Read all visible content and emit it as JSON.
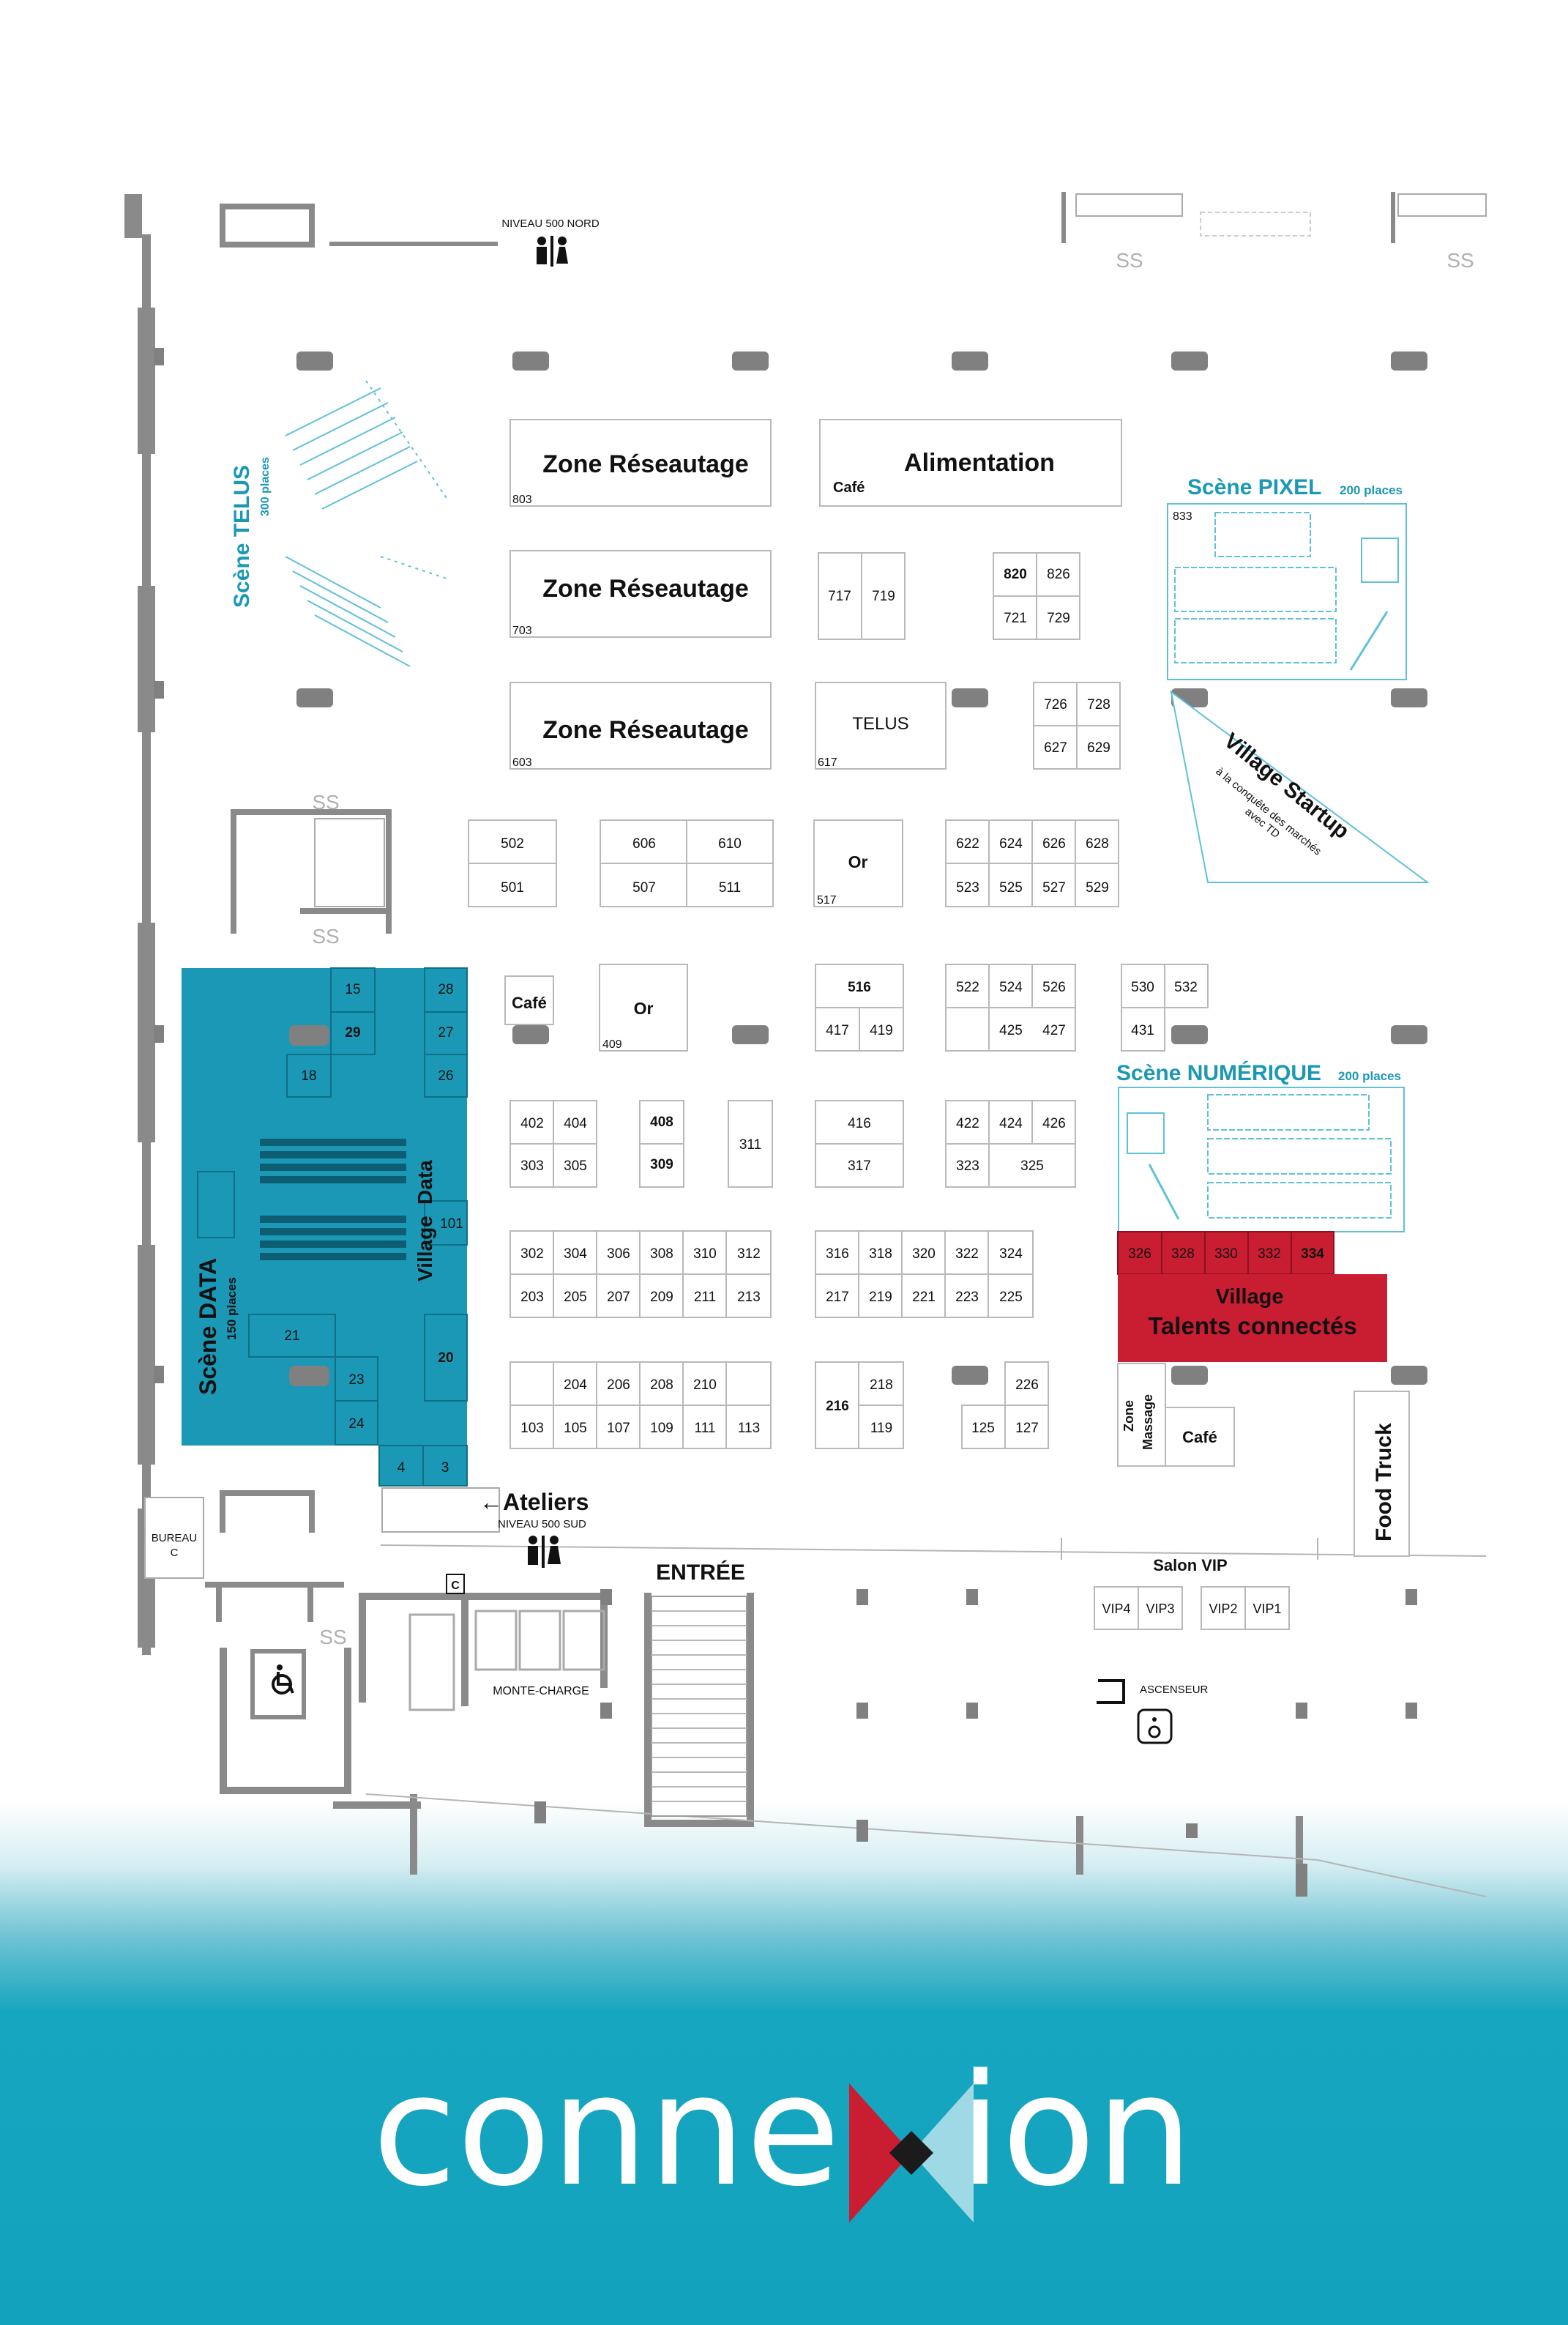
{
  "labels": {
    "niveau_nord": "NIVEAU 500 NORD",
    "niveau_sud": "NIVEAU 500 SUD",
    "ss": "SS",
    "zone_reseautage": "Zone Réseautage",
    "alimentation": "Alimentation",
    "cafe": "Café",
    "telus": "TELUS",
    "or": "Or",
    "scene_telus": "Scène TELUS",
    "scene_telus_places": "300 places",
    "scene_pixel": "Scène PIXEL",
    "scene_pixel_places": "200 places",
    "scene_numerique": "Scène NUMÉRIQUE",
    "scene_numerique_places": "200 places",
    "scene_data": "Scène DATA",
    "scene_data_places": "150 places",
    "village_data_1": "Village",
    "village_data_2": "Data",
    "village_startup": "Village Startup",
    "village_startup_sub1": "à la conquête des marchés",
    "village_startup_sub2": "avec TD",
    "village_talents_1": "Village",
    "village_talents_2": "Talents connectés",
    "zone_massage_1": "Zone",
    "zone_massage_2": "Massage",
    "food_truck": "Food Truck",
    "ateliers": "←Ateliers",
    "entree": "ENTRÉE",
    "salon_vip": "Salon VIP",
    "bureau_1": "BUREAU",
    "bureau_2": "C",
    "monte_charge": "MONTE-CHARGE",
    "ascenseur": "ASCENSEUR",
    "c_sign": "C"
  },
  "booths": {
    "b803": "803",
    "b703": "703",
    "b603": "603",
    "b617": "617",
    "b833": "833",
    "b717": "717",
    "b719": "719",
    "b820": "820",
    "b826": "826",
    "b721": "721",
    "b729": "729",
    "b726": "726",
    "b728": "728",
    "b627": "627",
    "b629": "629",
    "b502": "502",
    "b501": "501",
    "b606": "606",
    "b610": "610",
    "b507": "507",
    "b511": "511",
    "b517": "517",
    "b622": "622",
    "b624": "624",
    "b626": "626",
    "b628": "628",
    "b523": "523",
    "b525": "525",
    "b527": "527",
    "b529": "529",
    "b409": "409",
    "b516": "516",
    "b417": "417",
    "b419": "419",
    "b522": "522",
    "b524": "524",
    "b526": "526",
    "b425": "425",
    "b427": "427",
    "b530": "530",
    "b532": "532",
    "b431": "431",
    "b402": "402",
    "b404": "404",
    "b303": "303",
    "b305": "305",
    "b408": "408",
    "b309": "309",
    "b311": "311",
    "b416": "416",
    "b317": "317",
    "b422": "422",
    "b424": "424",
    "b426": "426",
    "b323": "323",
    "b325": "325",
    "b302": "302",
    "b304": "304",
    "b306": "306",
    "b308": "308",
    "b310": "310",
    "b312": "312",
    "b203": "203",
    "b205": "205",
    "b207": "207",
    "b209": "209",
    "b211": "211",
    "b213": "213",
    "b316": "316",
    "b318": "318",
    "b320": "320",
    "b322": "322",
    "b324": "324",
    "b217": "217",
    "b219": "219",
    "b221": "221",
    "b223": "223",
    "b225": "225",
    "b326": "326",
    "b328": "328",
    "b330": "330",
    "b332": "332",
    "b334": "334",
    "b204": "204",
    "b206": "206",
    "b208": "208",
    "b210": "210",
    "b218": "218",
    "b226": "226",
    "b103": "103",
    "b105": "105",
    "b107": "107",
    "b109": "109",
    "b111": "111",
    "b113": "113",
    "b216": "216",
    "b119": "119",
    "b125": "125",
    "b127": "127",
    "b15": "15",
    "b28": "28",
    "b29": "29",
    "b27": "27",
    "b18": "18",
    "b26": "26",
    "b101": "101",
    "b21": "21",
    "b20": "20",
    "b23": "23",
    "b24": "24",
    "b4": "4",
    "b3": "3",
    "vip4": "VIP4",
    "vip3": "VIP3",
    "vip2": "VIP2",
    "vip1": "VIP1"
  },
  "logo": {
    "left": "conne",
    "right": "ion"
  },
  "colors": {
    "teal": "#1a98b6",
    "red": "#c91d32",
    "data_block": "#1a98b6",
    "logo_bg": "#12a2bd"
  },
  "icons": [
    "restroom-icon",
    "wheelchair-icon",
    "elevator-icon",
    "seating-icon",
    "logo-x-icon"
  ]
}
